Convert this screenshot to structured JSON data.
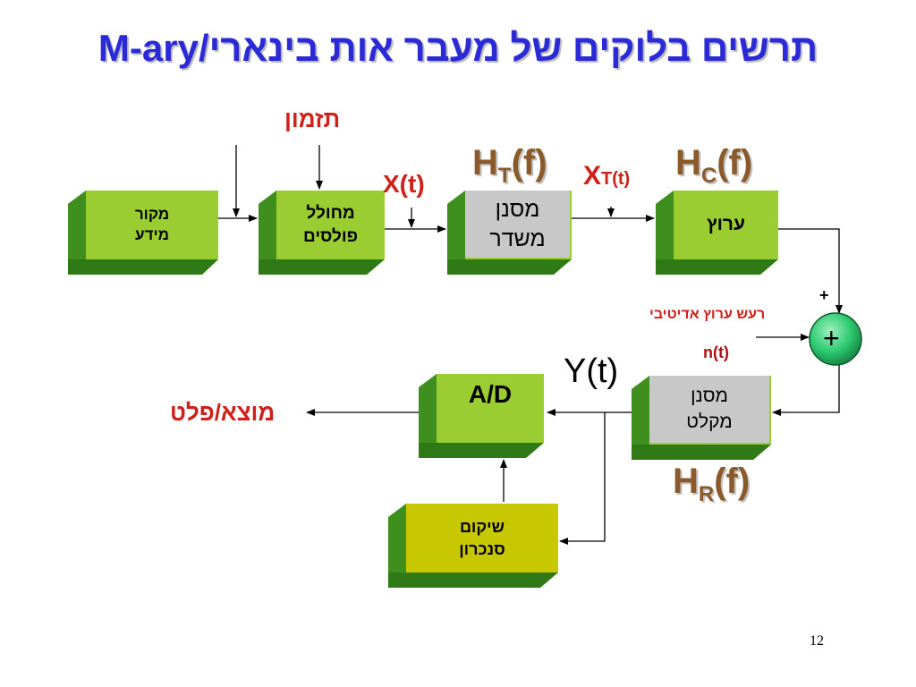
{
  "slide": {
    "title": "תרשים בלוקים של מעבר אות בינארי/M-ary",
    "page_number": "12"
  },
  "blocks": {
    "source": "מקור\nמידע",
    "pulse_generator": "מחולל\nפולסים",
    "transmit_filter": "מסנן\nמשדר",
    "channel": "ערוץ",
    "receive_filter": "מסנן\nמקלט",
    "ad": "A/D",
    "sync": "שיקום\nסנכרון"
  },
  "labels": {
    "timing": "תזמון",
    "xt": "X(t)",
    "ht_main": "H",
    "ht_sub": "T",
    "ht_tail": "(f)",
    "xt2_main": "X",
    "xt2_sub": "T(t)",
    "hc_main": "H",
    "hc_sub": "C",
    "hc_tail": "(f)",
    "noise": "רעש ערוץ אדיטיבי",
    "nt": "n(t)",
    "adder": "+",
    "adder_plus_top": "+",
    "yt": "Y(t)",
    "hr_main": "H",
    "hr_sub": "R",
    "hr_tail": "(f)",
    "output": "מוצא/פלט"
  },
  "colors": {
    "title": "#2a2ad6",
    "box_green": "#9acd32",
    "box_gray": "#c8c8c8",
    "box_yellow": "#c8c800",
    "label_red": "#d0201a",
    "label_brown": "#8a5a2b",
    "adder_fill": "#2ecc71"
  }
}
